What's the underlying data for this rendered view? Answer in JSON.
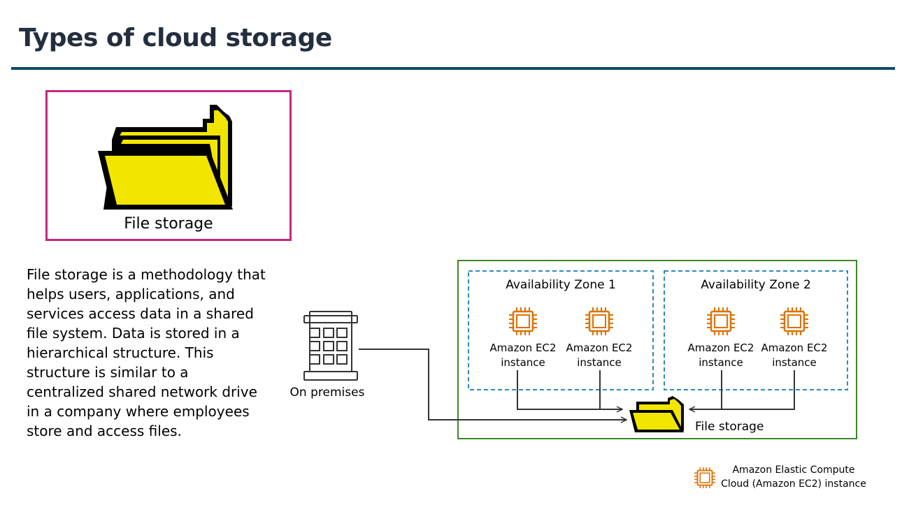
{
  "title": "Types of cloud storage",
  "card": {
    "label": "File storage",
    "icon": "folder-icon"
  },
  "description": "File storage is a methodology that\nhelps users, applications, and\nservices access data in a shared\nfile system. Data is stored in a\nhierarchical structure. This\nstructure is similar to a\ncentralized shared network drive\nin a company where employees\nstore and access files.",
  "diagram": {
    "on_premises": {
      "label": "On premises",
      "icon": "office-building-icon"
    },
    "zones": [
      {
        "label": "Availability Zone 1",
        "instances": [
          {
            "line1": "Amazon EC2",
            "line2": "instance",
            "icon": "ec2-chip-icon"
          },
          {
            "line1": "Amazon EC2",
            "line2": "instance",
            "icon": "ec2-chip-icon"
          }
        ]
      },
      {
        "label": "Availability Zone 2",
        "instances": [
          {
            "line1": "Amazon EC2",
            "line2": "instance",
            "icon": "ec2-chip-icon"
          },
          {
            "line1": "Amazon EC2",
            "line2": "instance",
            "icon": "ec2-chip-icon"
          }
        ]
      }
    ],
    "file_storage": {
      "label": "File storage",
      "icon": "folder-icon"
    }
  },
  "legend": {
    "line1": "Amazon Elastic Compute",
    "line2": "Cloud (Amazon EC2) instance",
    "icon": "ec2-chip-icon"
  },
  "colors": {
    "title": "#232f3e",
    "title_rule": "#0c4a6e",
    "card_border": "#c0287e",
    "folder_fill": "#f2e600",
    "region_border": "#3f8624",
    "zone_border": "#2e8bc0",
    "ec2": "#e07000"
  }
}
